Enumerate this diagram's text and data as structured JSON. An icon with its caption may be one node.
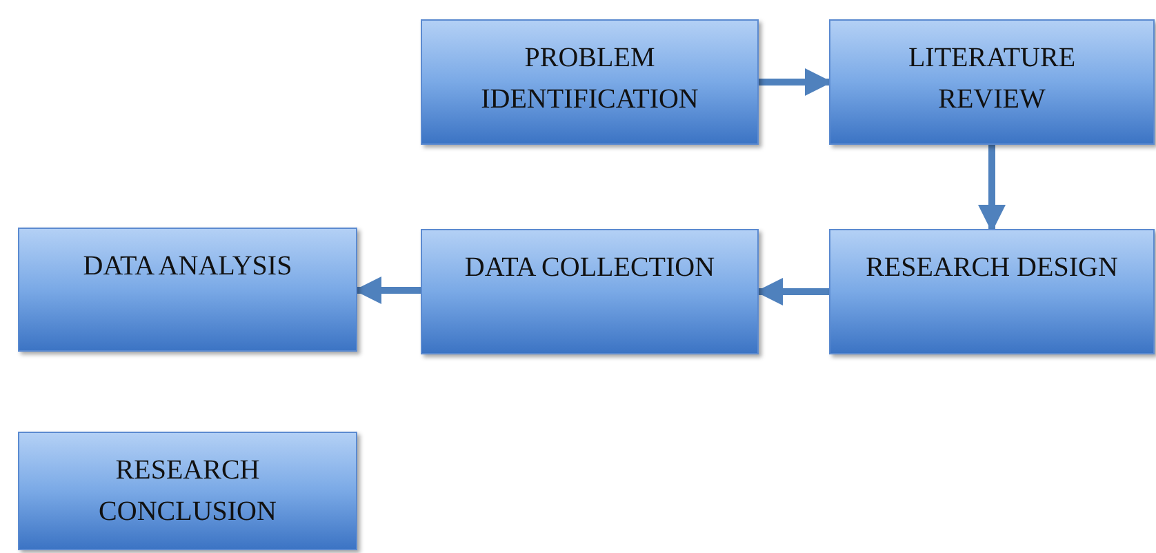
{
  "diagram": {
    "nodes": [
      {
        "text": [
          "PROBLEM IDENTIFICATION"
        ]
      },
      {
        "text": [
          "LITERATURE REVIEW"
        ]
      },
      {
        "text": [
          "RESEARCH DESIGN"
        ]
      },
      {
        "text": [
          "DATA COLLECTION"
        ]
      },
      {
        "text": [
          "DATA ANALYSIS"
        ]
      },
      {
        "text": [
          "RESEARCH CONCLUSION"
        ]
      }
    ],
    "edges": [
      {
        "from": 0,
        "to": 1,
        "arrow": "to"
      },
      {
        "from": 1,
        "to": 2,
        "arrow": "to"
      },
      {
        "from": 2,
        "to": 3,
        "arrow": "to"
      },
      {
        "from": 3,
        "to": 4,
        "arrow": "to"
      }
    ]
  }
}
